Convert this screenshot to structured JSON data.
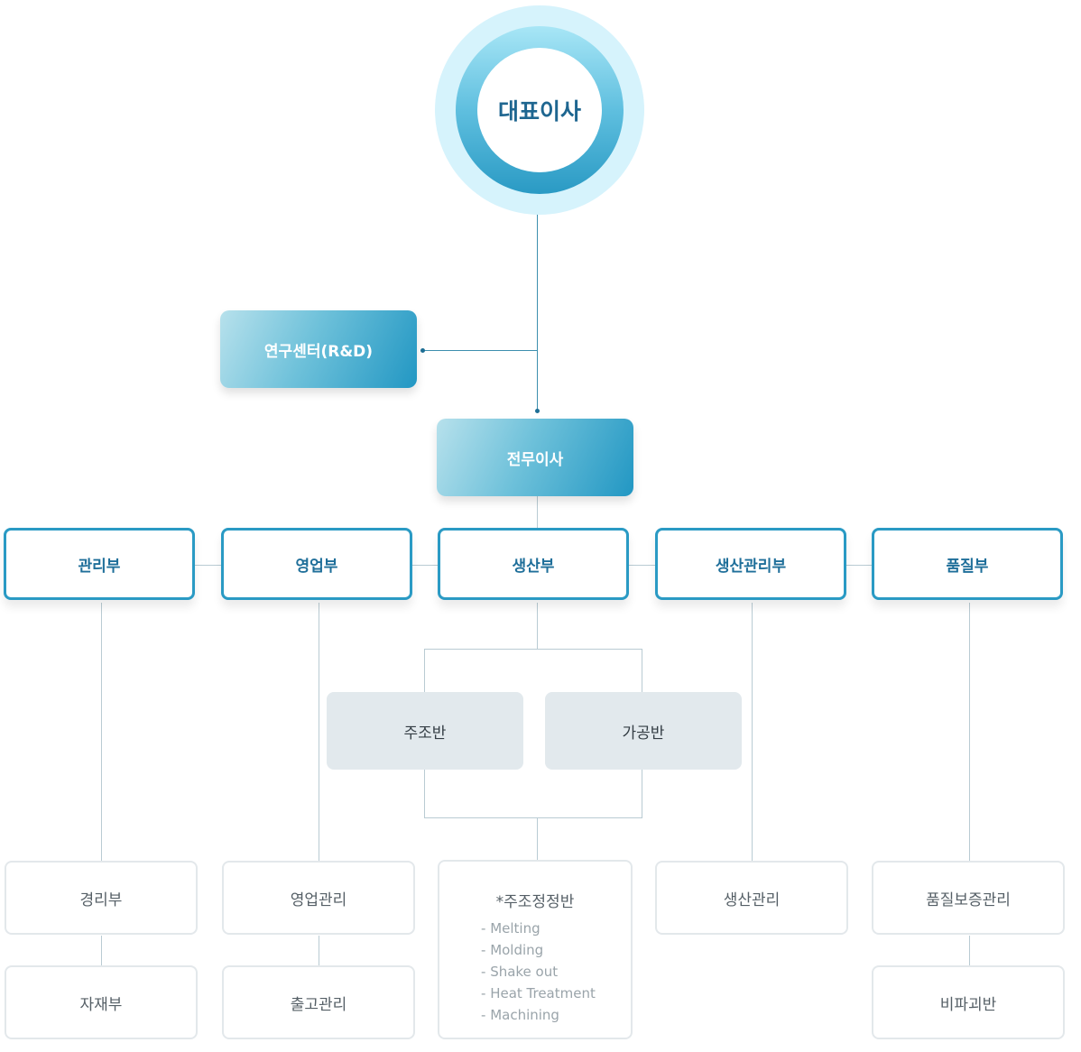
{
  "ceo": {
    "label": "대표이사"
  },
  "rnd": {
    "label": "연구센터(R&D)"
  },
  "director": {
    "label": "전무이사"
  },
  "departments": [
    "관리부",
    "영업부",
    "생산부",
    "생산관리부",
    "품질부"
  ],
  "production_teams": [
    "주조반",
    "가공반"
  ],
  "sub_units": {
    "admin": [
      "경리부",
      "자재부"
    ],
    "sales": [
      "영업관리",
      "출고관리"
    ],
    "casting_adjust": {
      "title": "*주조정정반",
      "items": [
        "Melting",
        "Molding",
        "Shake out",
        "Heat Treatment",
        "Machining"
      ]
    },
    "production_mgmt": [
      "생산관리"
    ],
    "quality": [
      "품질보증관리",
      "비파괴반"
    ]
  }
}
